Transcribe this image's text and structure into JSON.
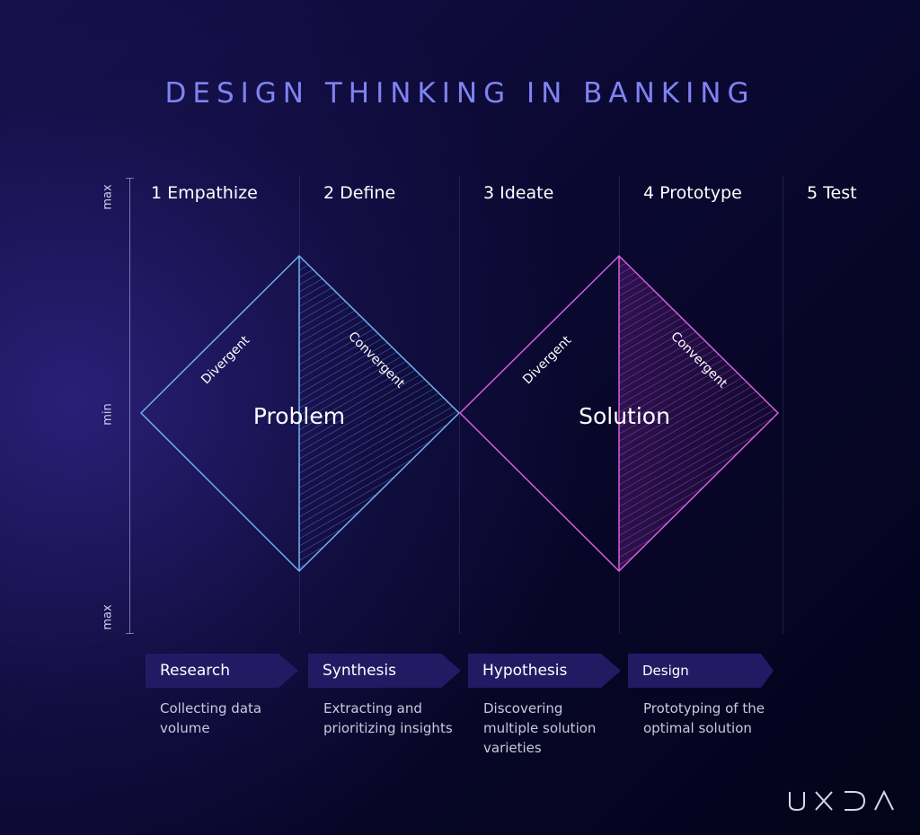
{
  "title": "DESIGN THINKING IN BANKING",
  "axis": {
    "top": "max",
    "middle": "min",
    "bottom": "max"
  },
  "stages": [
    "1 Empathize",
    "2 Define",
    "3 Ideate",
    "4 Prototype",
    "5 Test"
  ],
  "diamonds": [
    {
      "label": "Problem",
      "left_label": "Divergent",
      "right_label": "Convergent",
      "color": "#6fb0ee"
    },
    {
      "label": "Solution",
      "left_label": "Divergent",
      "right_label": "Convergent",
      "color": "#d45fd8"
    }
  ],
  "phases": [
    {
      "label": "Research",
      "description": "Collecting data volume"
    },
    {
      "label": "Synthesis",
      "description": "Extracting and prioritizing insights"
    },
    {
      "label": "Hypothesis",
      "description": "Discovering multiple solution varieties"
    },
    {
      "label": "Design",
      "description": "Prototyping of the optimal solution"
    }
  ],
  "brand": "UXDA",
  "colors": {
    "background": "#0a0830",
    "title": "#7f83f2",
    "phase_box": "#221b64",
    "problem": "#6fb0ee",
    "solution": "#d45fd8"
  }
}
